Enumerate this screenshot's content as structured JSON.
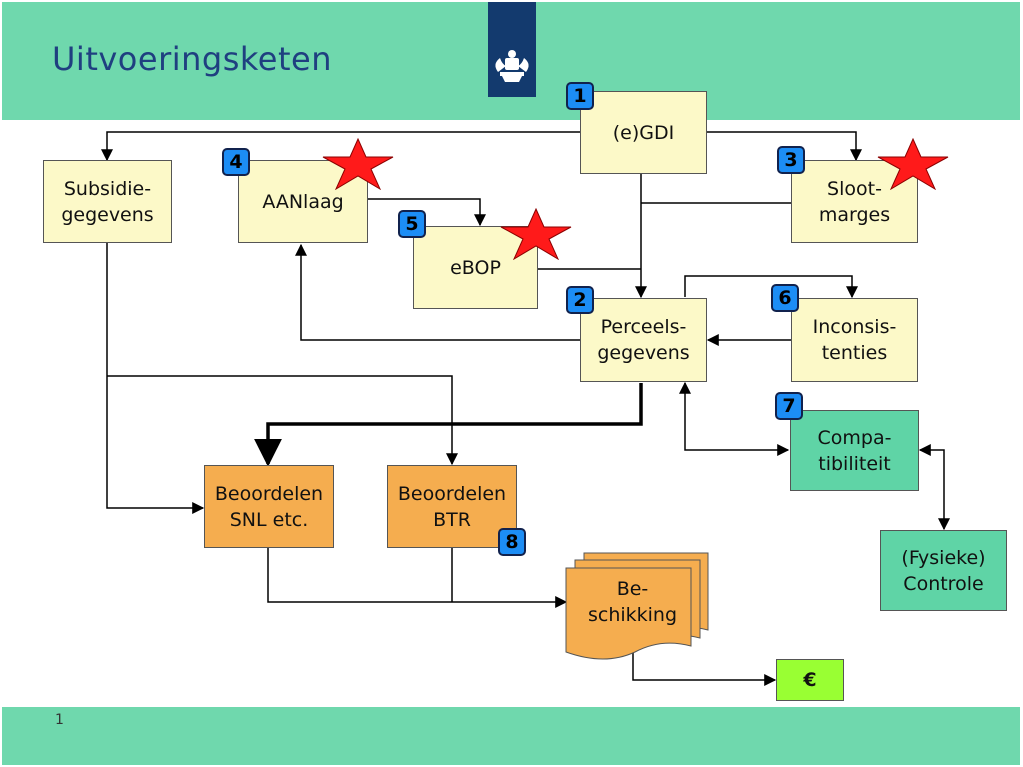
{
  "title": "Uitvoeringsketen",
  "page_number": "1",
  "colors": {
    "band": "#6fd8ad",
    "badge": "#1c8df5",
    "star": "#ff1a1a",
    "orange": "#f5ad4f",
    "teal": "#5fd4a6",
    "yellow": "#fcf9c8",
    "euro": "#99ff33"
  },
  "nodes": {
    "egdi": {
      "label": "(e)GDI",
      "badge": "1"
    },
    "perceelsgegevens": {
      "label": "Perceels-\ngegevens",
      "badge": "2"
    },
    "slootmarges": {
      "label": "Sloot-\nmarges",
      "badge": "3"
    },
    "aanlaag": {
      "label": "AANlaag",
      "badge": "4"
    },
    "ebop": {
      "label": "eBOP",
      "badge": "5"
    },
    "inconsistenties": {
      "label": "Inconsis-\ntenties",
      "badge": "6"
    },
    "compatibiliteit": {
      "label": "Compa-\ntibiliteit",
      "badge": "7"
    },
    "beoordelen_btr": {
      "label": "Beoordelen\nBTR",
      "badge": "8"
    },
    "subsidiegegevens": {
      "label": "Subsidie-\ngegevens"
    },
    "beoordelen_snl": {
      "label": "Beoordelen\nSNL etc."
    },
    "fysieke_controle": {
      "label": "(Fysieke)\nControle"
    },
    "beschikking": {
      "label": "Be-\nschikking"
    },
    "euro": {
      "label": "€"
    }
  }
}
